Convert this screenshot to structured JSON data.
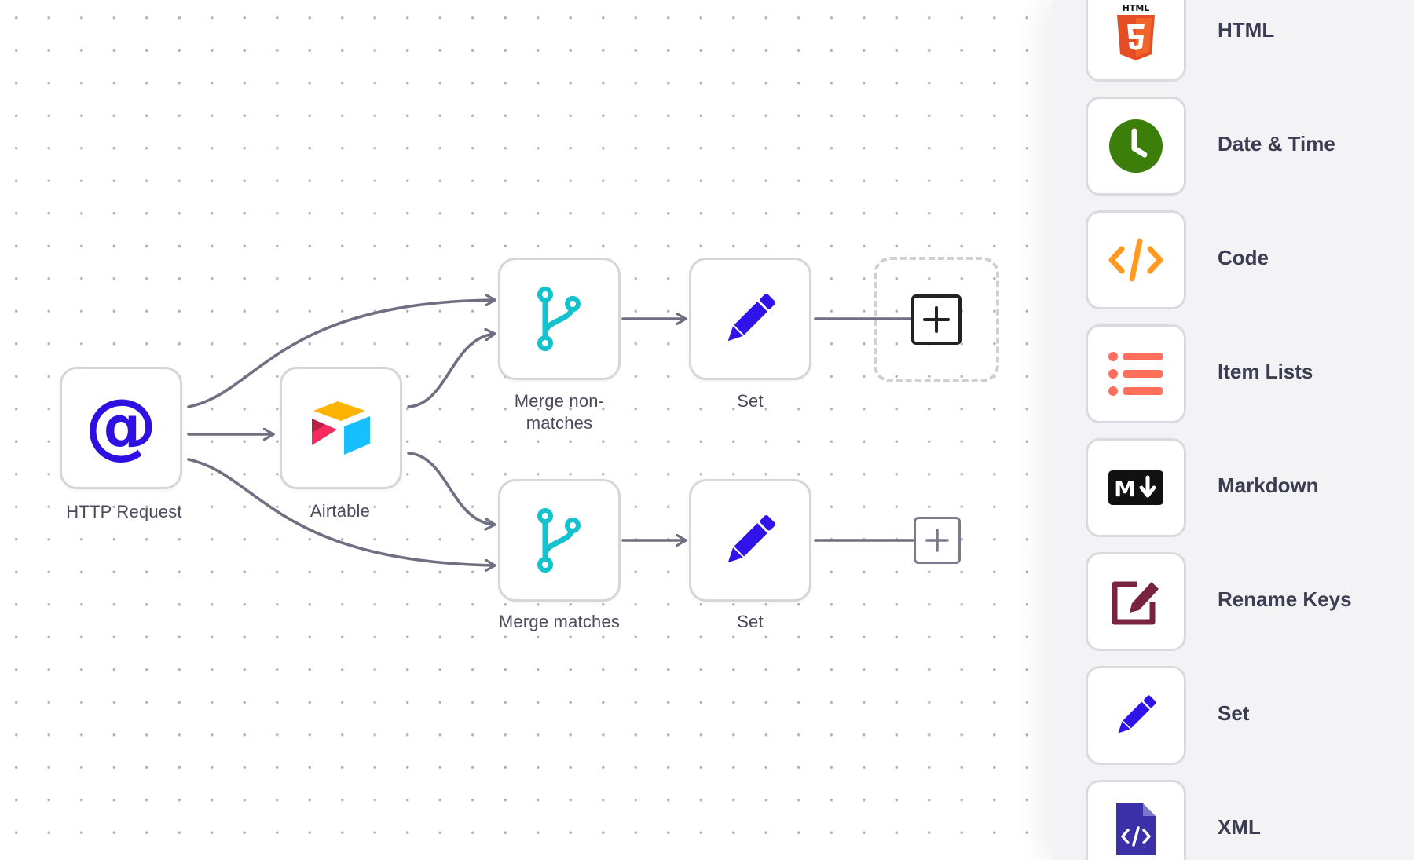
{
  "canvas": {
    "nodes": [
      {
        "id": "http",
        "label": "HTTP Request",
        "icon": "at-sign-icon",
        "color": "#2e11e0"
      },
      {
        "id": "airtable",
        "label": "Airtable",
        "icon": "airtable-icon",
        "colors": [
          "#fcb400",
          "#18bfff",
          "#f82b60"
        ]
      },
      {
        "id": "merge1",
        "label": "Merge non-\nmatches",
        "icon": "merge-branch-icon",
        "color": "#14c1cf"
      },
      {
        "id": "set1",
        "label": "Set",
        "icon": "pencil-icon",
        "color": "#2f13e8"
      },
      {
        "id": "merge2",
        "label": "Merge matches",
        "icon": "merge-branch-icon",
        "color": "#14c1cf"
      },
      {
        "id": "set2",
        "label": "Set",
        "icon": "pencil-icon",
        "color": "#2f13e8"
      }
    ],
    "add_node_icon": "plus-square-icon"
  },
  "side_panel": {
    "items": [
      {
        "name": "HTML",
        "icon": "html5-icon",
        "color": "#e44d26",
        "badge": "HTML"
      },
      {
        "name": "Date & Time",
        "icon": "clock-icon",
        "color": "#3c7e0a"
      },
      {
        "name": "Code",
        "icon": "code-icon",
        "color": "#ff9922"
      },
      {
        "name": "Item Lists",
        "icon": "list-icon",
        "color": "#ff6f5b"
      },
      {
        "name": "Markdown",
        "icon": "markdown-icon",
        "color": "#111111",
        "badge": "M"
      },
      {
        "name": "Rename Keys",
        "icon": "edit-box-icon",
        "color": "#7a2340"
      },
      {
        "name": "Set",
        "icon": "pencil-icon",
        "color": "#2f13e8"
      },
      {
        "name": "XML",
        "icon": "xml-file-icon",
        "color": "#3b30a8"
      }
    ]
  }
}
